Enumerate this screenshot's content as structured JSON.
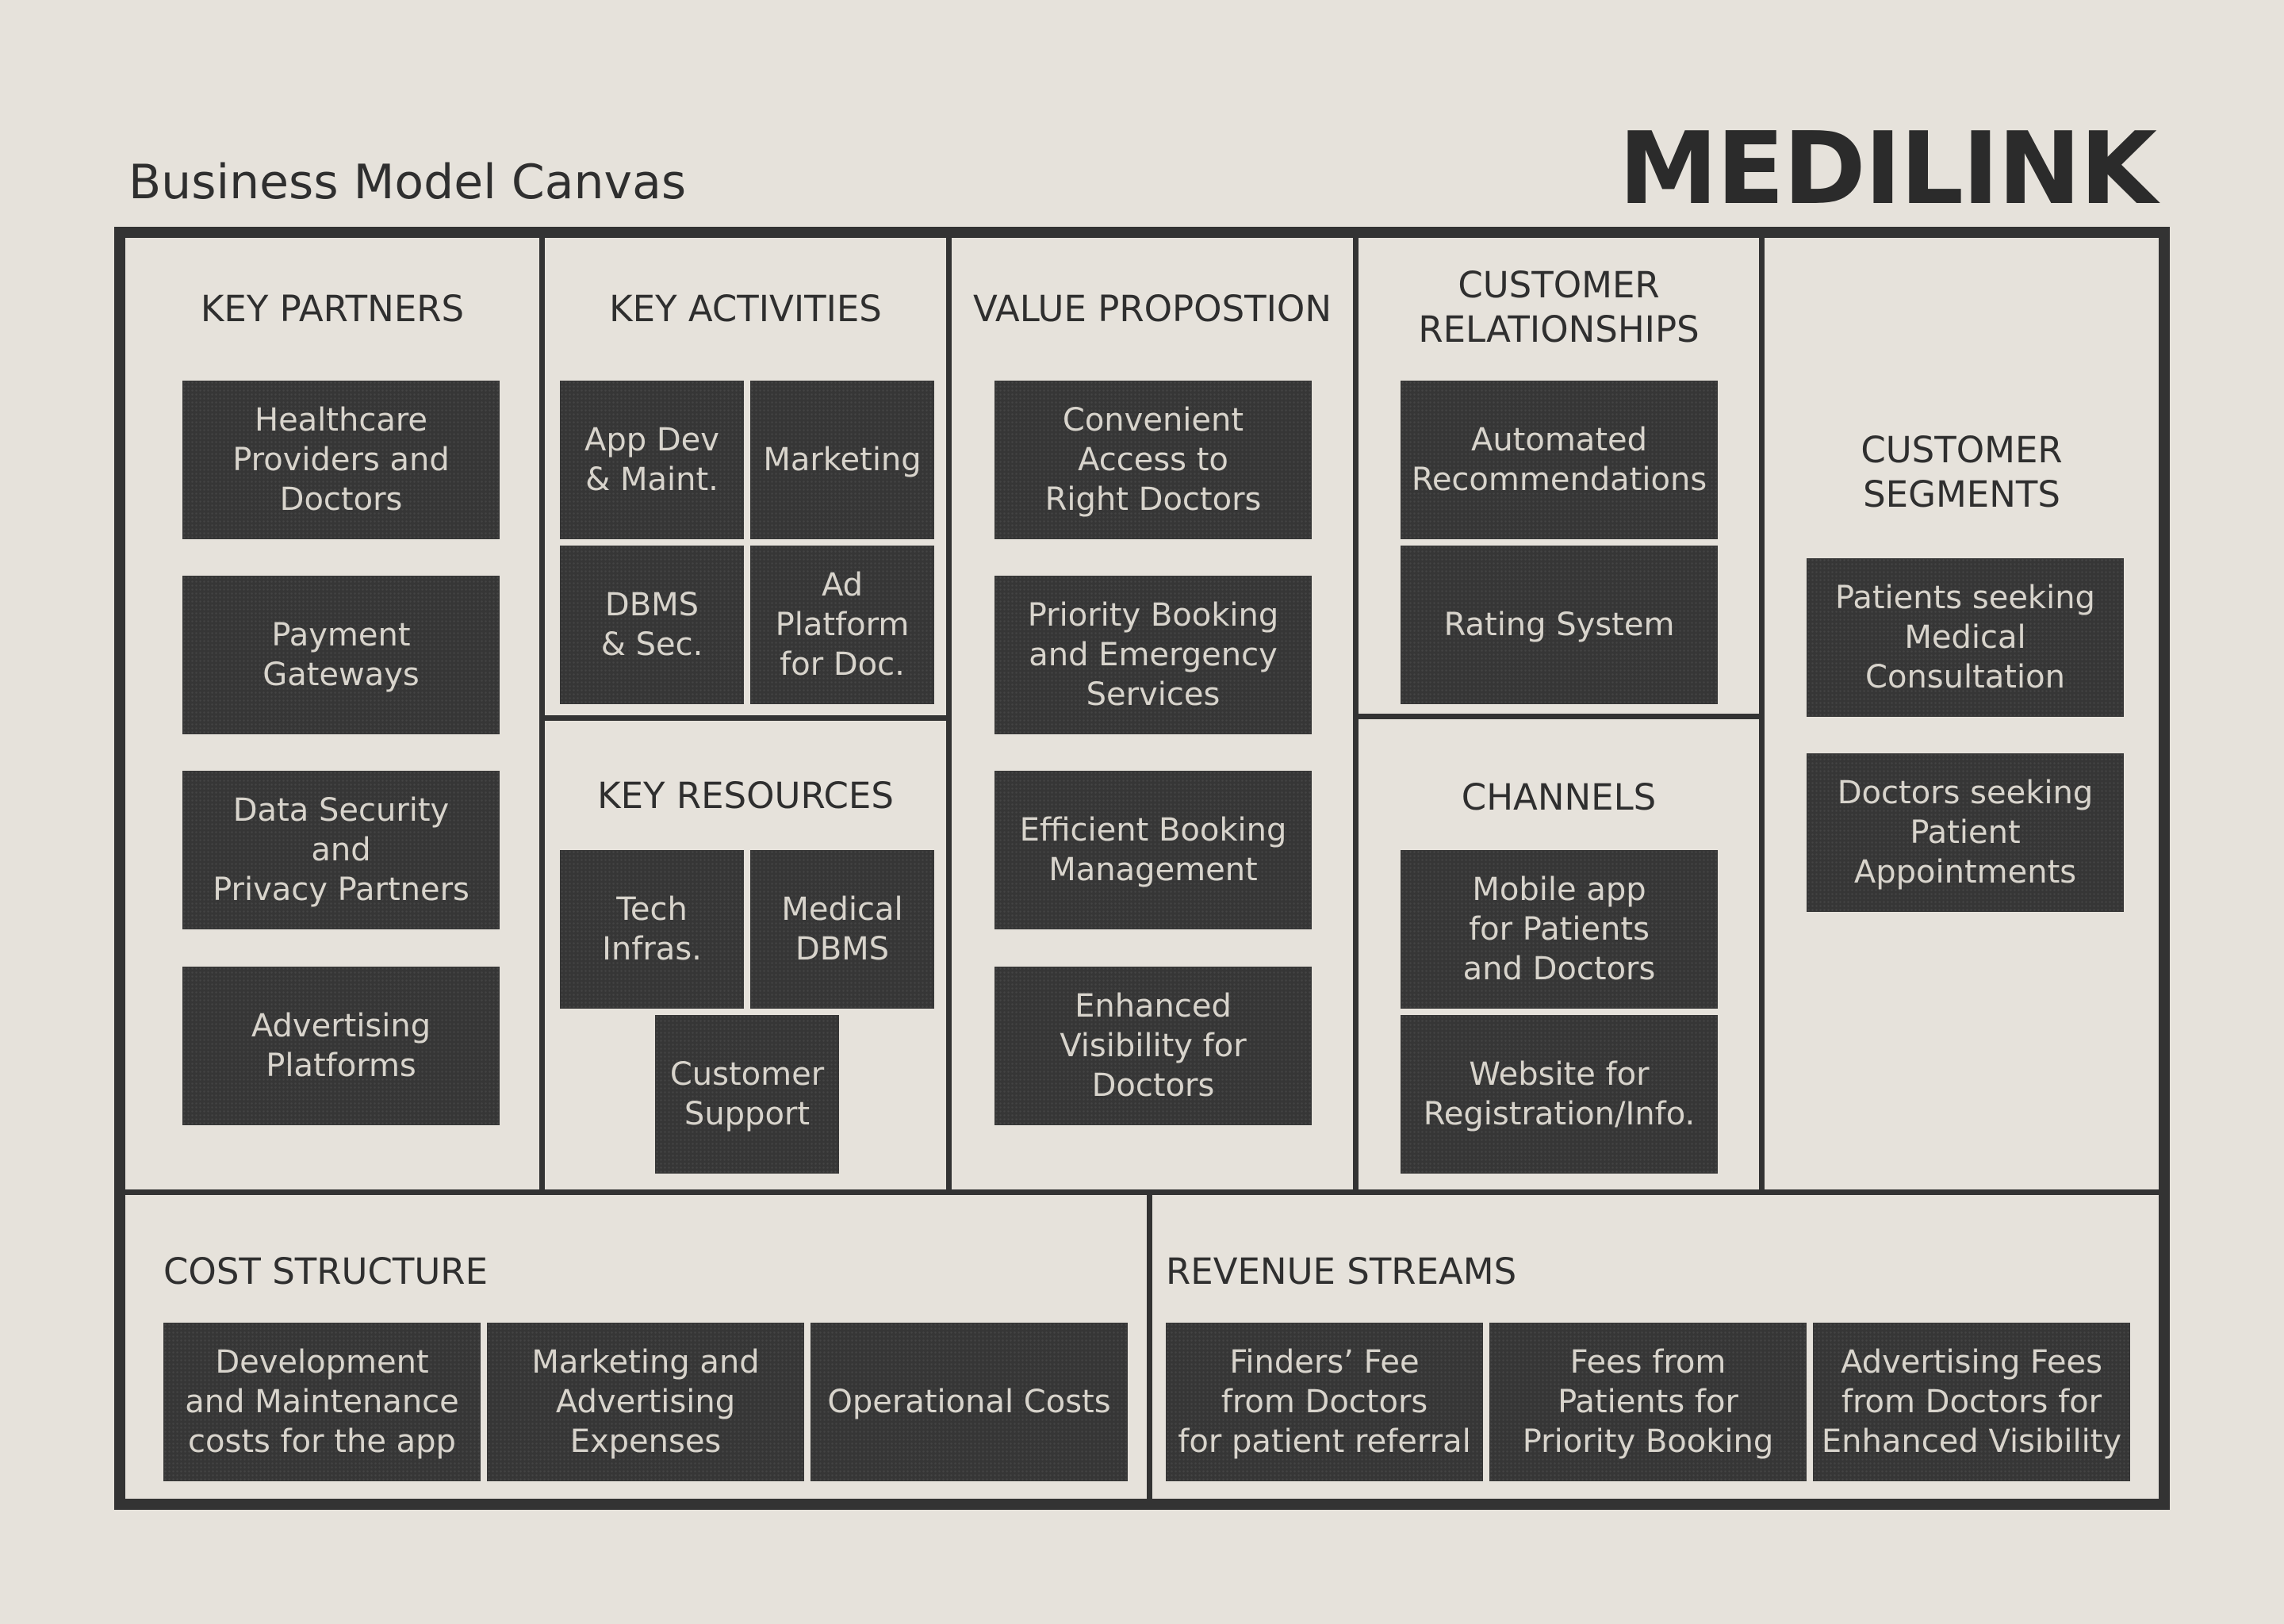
{
  "header": {
    "subtitle": "Business Model Canvas",
    "brand": "MEDILINK"
  },
  "colors": {
    "background": "#e6e2db",
    "frame": "#333333",
    "card": "#363636",
    "card_text": "#d8d4cc"
  },
  "key_partners": {
    "title": "KEY PARTNERS",
    "items": [
      "Healthcare\nProviders and\nDoctors",
      "Payment\nGateways",
      "Data Security\nand\nPrivacy Partners",
      "Advertising\nPlatforms"
    ]
  },
  "key_activities": {
    "title": "KEY ACTIVITIES",
    "items": [
      "App Dev\n& Maint.",
      "Marketing",
      "DBMS\n& Sec.",
      "Ad\nPlatform\nfor Doc."
    ]
  },
  "key_resources": {
    "title": "KEY RESOURCES",
    "items": [
      "Tech\nInfras.",
      "Medical\nDBMS",
      "Customer\nSupport"
    ]
  },
  "value_proposition": {
    "title": "VALUE PROPOSTION",
    "items": [
      "Convenient\nAccess to\nRight Doctors",
      "Priority Booking\nand Emergency\nServices",
      "Efficient Booking\nManagement",
      "Enhanced\nVisibility for\nDoctors"
    ]
  },
  "customer_relationships": {
    "title": "CUSTOMER\nRELATIONSHIPS",
    "items": [
      "Automated\nRecommendations",
      "Rating System"
    ]
  },
  "channels": {
    "title": "CHANNELS",
    "items": [
      "Mobile app\nfor Patients\nand Doctors",
      "Website for\nRegistration/Info."
    ]
  },
  "customer_segments": {
    "title": "CUSTOMER\nSEGMENTS",
    "items": [
      "Patients seeking\nMedical\nConsultation",
      "Doctors seeking\nPatient\nAppointments"
    ]
  },
  "cost_structure": {
    "title": "COST STRUCTURE",
    "items": [
      "Development\nand Maintenance\ncosts for the app",
      "Marketing and\nAdvertising\nExpenses",
      "Operational Costs"
    ]
  },
  "revenue_streams": {
    "title": "REVENUE STREAMS",
    "items": [
      "Finders’ Fee\nfrom Doctors\nfor patient referral",
      "Fees from\nPatients for\nPriority Booking",
      "Advertising Fees\nfrom Doctors for\nEnhanced Visibility"
    ]
  }
}
